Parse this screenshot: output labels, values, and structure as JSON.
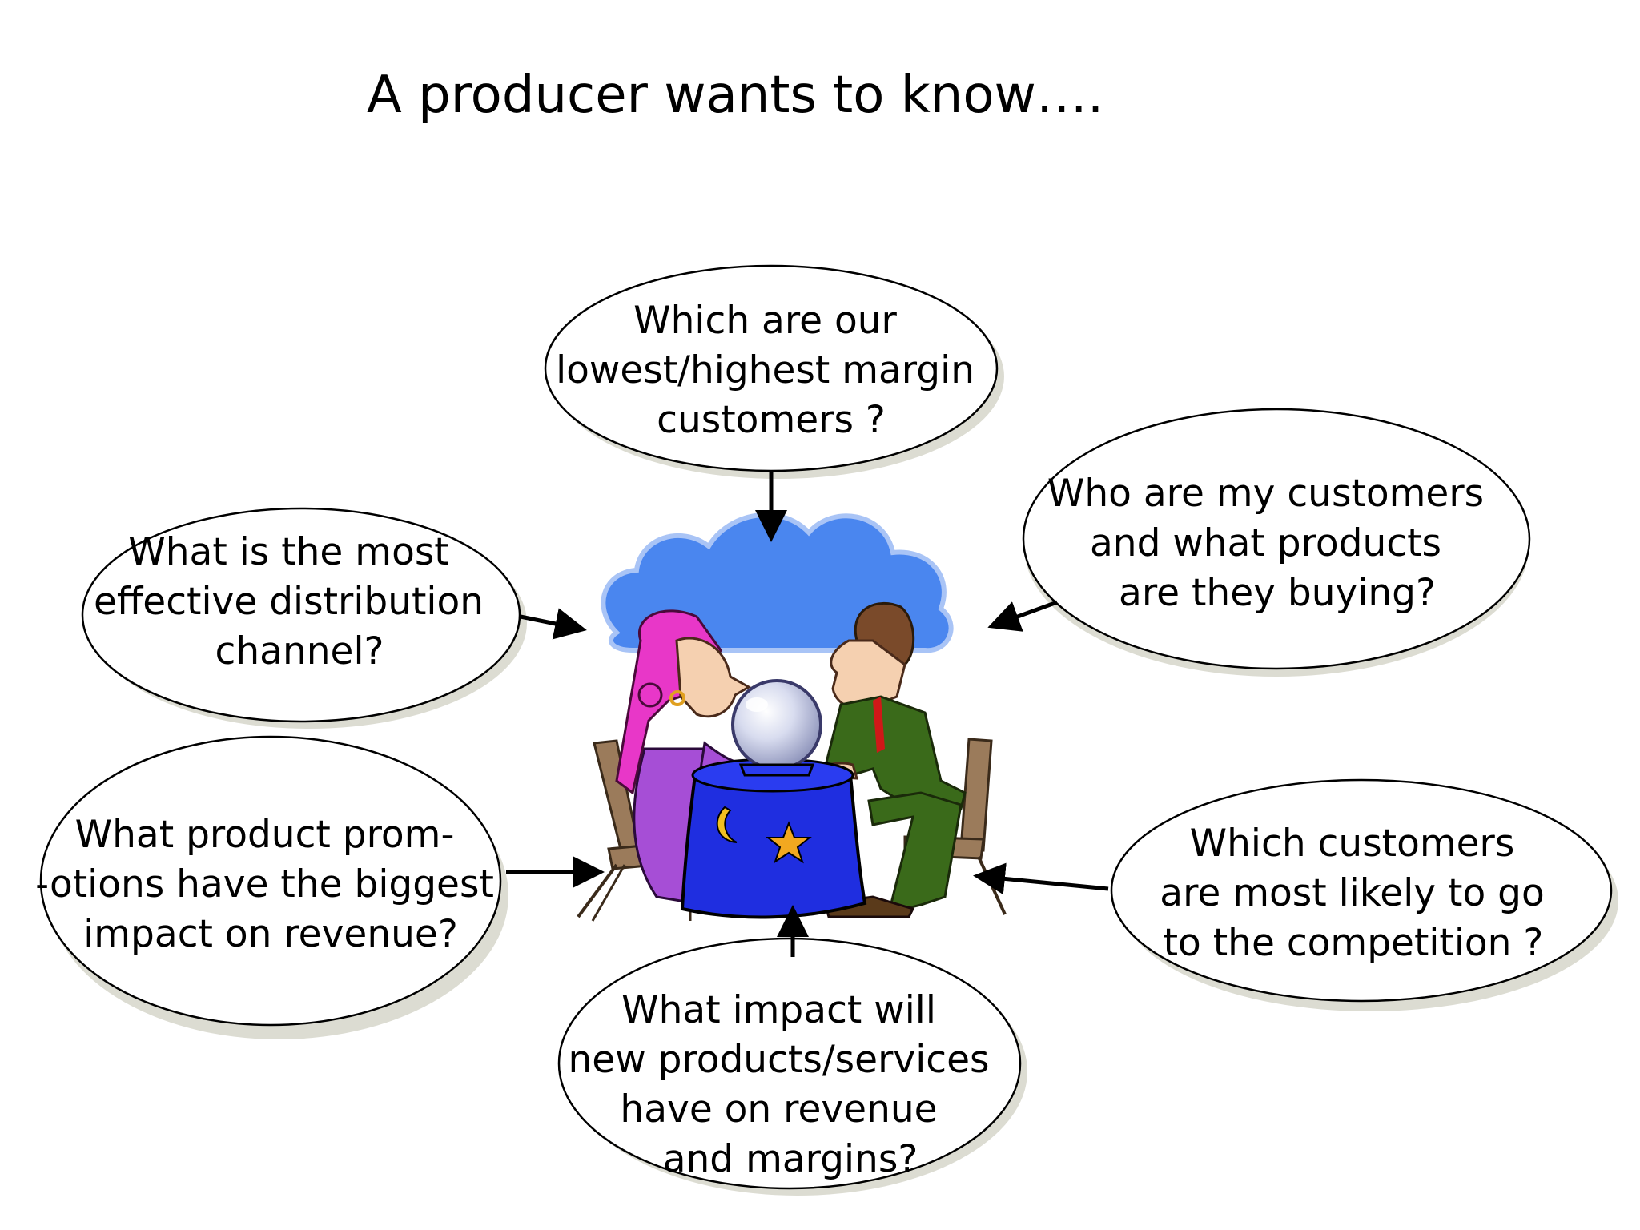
{
  "title": "A producer wants to know….",
  "bubbles": [
    {
      "id": "margin",
      "lines": [
        "Which are our",
        "lowest/highest margin",
        "customers ?"
      ]
    },
    {
      "id": "customers",
      "lines": [
        "Who are my customers",
        "and what products",
        "are they buying?"
      ]
    },
    {
      "id": "channel",
      "lines": [
        "What is the most",
        "effective distribution",
        "channel?"
      ]
    },
    {
      "id": "promotions",
      "lines": [
        "What product prom-",
        "-otions have the biggest",
        "impact on revenue?"
      ]
    },
    {
      "id": "competition",
      "lines": [
        "Which customers",
        "are most likely to go",
        "to the competition ?"
      ]
    },
    {
      "id": "new-products",
      "lines": [
        "What impact will",
        "new products/services",
        "have on revenue",
        "and margins?"
      ]
    }
  ],
  "illustration": "fortune-teller-with-crystal-ball"
}
